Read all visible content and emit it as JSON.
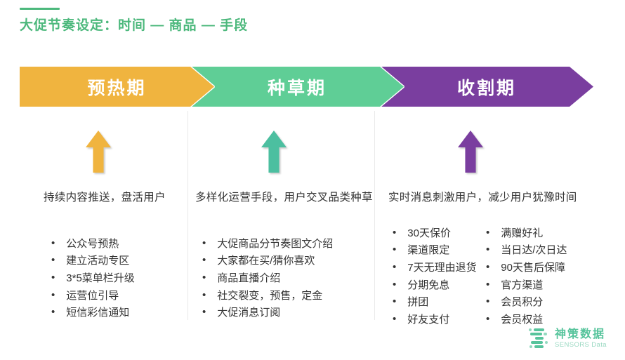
{
  "title": "大促节奏设定：时间 — 商品 — 手段",
  "colors": {
    "title_green": "#4CB87C",
    "warmup_orange": "#F0B43F",
    "seeding_green": "#5FCE96",
    "seeding_arrow_teal": "#4CBFA0",
    "harvest_purple": "#7A3E9F",
    "divider_gray": "#E9E9E9",
    "body_text": "#333333",
    "logo_green": "#57C49C"
  },
  "phases": [
    {
      "name": "预热期",
      "color": "#F0B43F",
      "arrow_color": "#F0B43F",
      "description": "持续内容推送，盘活用户",
      "bullets": [
        "公众号预热",
        "建立活动专区",
        "3*5菜单栏升级",
        "运营位引导",
        "短信彩信通知"
      ]
    },
    {
      "name": "种草期",
      "color": "#5FCE96",
      "arrow_color": "#4CBFA0",
      "description": "多样化运营手段，用户交叉品类种草",
      "bullets": [
        "大促商品分节奏图文介绍",
        "大家都在买/猜你喜欢",
        "商品直播介绍",
        "社交裂变，预售，定金",
        "大促消息订阅"
      ]
    },
    {
      "name": "收割期",
      "color": "#7A3E9F",
      "arrow_color": "#7A3E9F",
      "description": "实时消息刺激用户，减少用户犹豫时间",
      "bullets_left": [
        "30天保价",
        "渠道限定",
        "7天无理由退货",
        "分期免息",
        "拼团",
        "好友支付"
      ],
      "bullets_right": [
        "满赠好礼",
        "当日达/次日达",
        "90天售后保障",
        "官方渠道",
        "会员积分",
        "会员权益"
      ]
    }
  ],
  "logo": {
    "name_cn": "神策数据",
    "name_en": "SENSORS Data"
  }
}
